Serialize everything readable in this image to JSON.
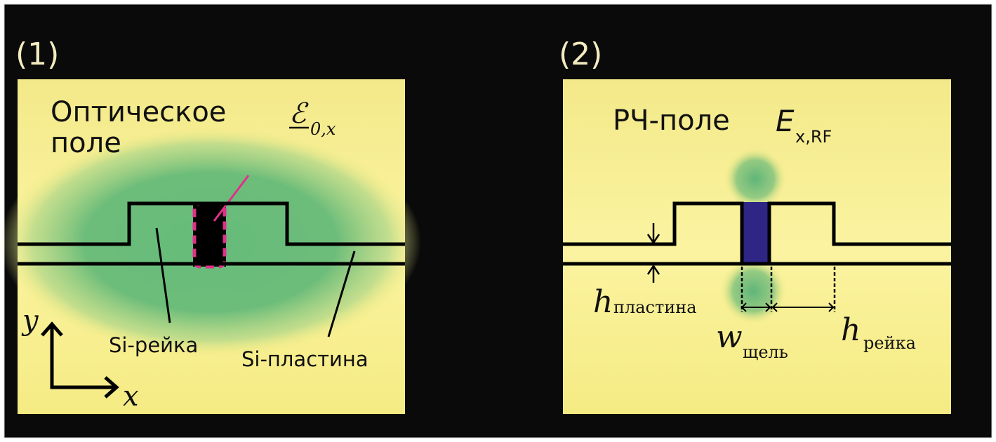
{
  "panel1": {
    "label": "(1)",
    "title_line1": "Оптическое",
    "title_line2": "поле",
    "symbol": "ℰ",
    "symbol_sub": "0,x",
    "rib_label": "Si-рейка",
    "slab_label": "Si-пластина",
    "axis_y": "y",
    "axis_x": "x"
  },
  "panel2": {
    "label": "(2)",
    "title": "РЧ-поле",
    "symbol": "E",
    "symbol_sub": "x,RF",
    "h_slab": "h",
    "h_slab_sub": "пластина",
    "w_gap": "w",
    "w_gap_sub": "щель",
    "h_rib": "h",
    "h_rib_sub": "рейка"
  },
  "colors": {
    "background": "#0a0a0a",
    "field_low": "#f7ee86",
    "field_mid": "#66bb7a",
    "gap_rf": "#2e2585",
    "highlight": "#e0308a"
  }
}
